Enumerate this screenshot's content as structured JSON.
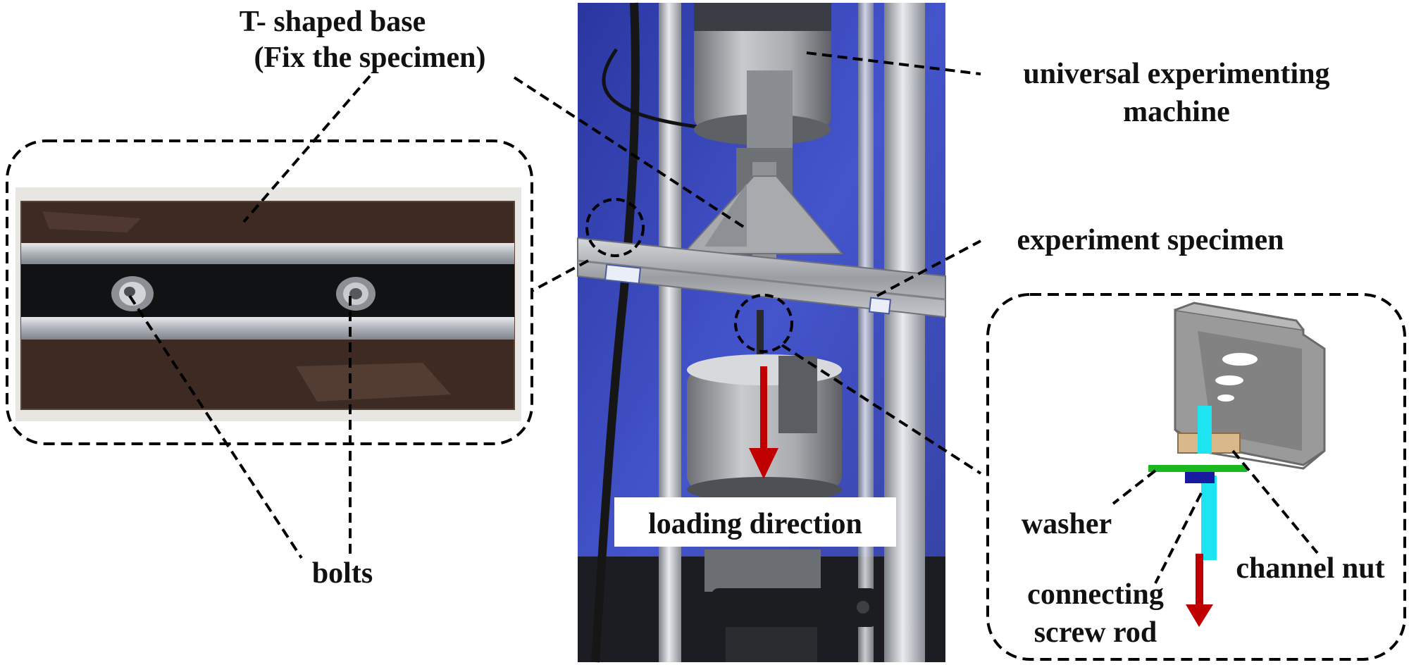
{
  "labels": {
    "t_base_line1": "T- shaped base",
    "t_base_line2": "(Fix the specimen)",
    "machine_line1": "universal experimenting",
    "machine_line2": "machine",
    "specimen": "experiment specimen",
    "loading": "loading direction",
    "bolts": "bolts",
    "washer": "washer",
    "channel_nut": "channel nut",
    "rod_line1": "connecting",
    "rod_line2": "screw rod"
  },
  "colors": {
    "arrow": "#c00000",
    "background_panel": "#3f4fc4",
    "rod": "#1ee3f0",
    "washer": "#18b81e",
    "nut_blue": "#1a1aa0",
    "channel_nut": "#d9b98c",
    "channel": "#9a9a9a",
    "plate": "#3a2a22"
  }
}
